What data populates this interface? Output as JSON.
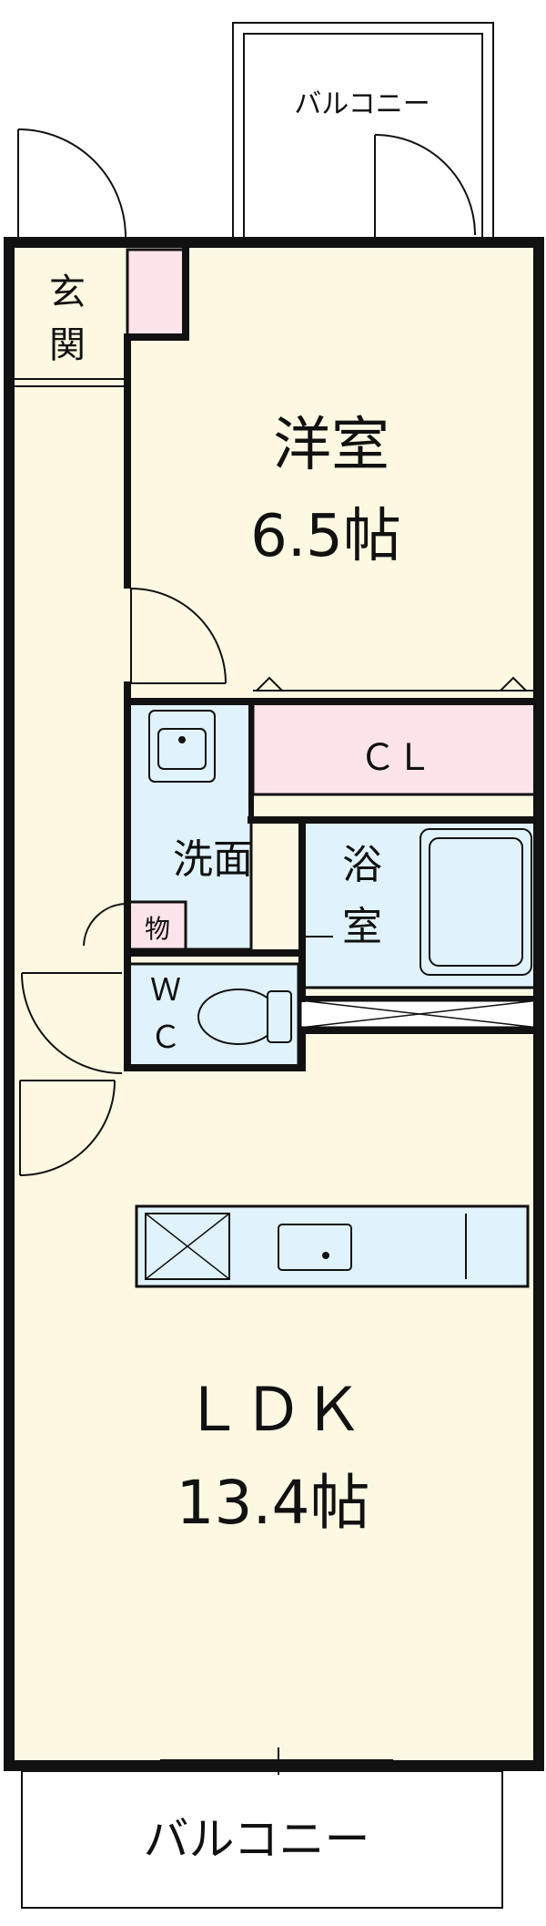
{
  "floorplan": {
    "rooms": {
      "western_room": {
        "name": "洋室",
        "size": "6.5帖"
      },
      "ldk": {
        "name": "ＬＤＫ",
        "size": "13.4帖"
      },
      "closet": {
        "label": "ＣＬ"
      },
      "washroom": {
        "label": "洗面"
      },
      "bath": {
        "label_top": "浴",
        "label_bottom": "室"
      },
      "toilet": {
        "label_top": "Ｗ",
        "label_bottom": "Ｃ"
      },
      "storage": {
        "label": "物"
      },
      "entrance": {
        "label_top": "玄",
        "label_bottom": "関"
      }
    },
    "balconies": {
      "top": {
        "label": "バルコニー"
      },
      "bottom": {
        "label": "バルコニー"
      }
    },
    "colors": {
      "floor": "#fdf8e2",
      "closet": "#fde4ea",
      "wet_area": "#e0f2fb",
      "wall": "#111111"
    }
  }
}
